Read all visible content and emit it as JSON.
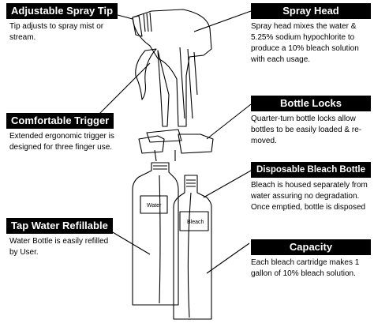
{
  "callouts": {
    "spray_tip": {
      "title": "Adjustable Spray Tip",
      "text": "Tip adjusts to spray mist or stream."
    },
    "spray_head": {
      "title": "Spray Head",
      "text": "Spray head mixes the water & 5.25% sodium hypochlorite to produce a 10% bleach solution with each usage."
    },
    "trigger": {
      "title": "Comfortable Trigger",
      "text": "Extended ergonomic trigger is designed for three finger use."
    },
    "bottle_locks": {
      "title": "Bottle Locks",
      "text": "Quarter-turn bottle locks allow bottles to be easily loaded & re-moved."
    },
    "bleach_bottle": {
      "title": "Disposable Bleach Bottle",
      "text": "Bleach is housed separately from water assuring no degradation. Once emptied, bottle is disposed"
    },
    "refillable": {
      "title": "Tap Water Refillable",
      "text": "Water Bottle is easily refilled by User."
    },
    "capacity": {
      "title": "Capacity",
      "text": "Each bleach cartridge makes 1 gallon of 10% bleach solution."
    }
  },
  "bottle_labels": {
    "water": "Water",
    "bleach": "Bleach"
  }
}
